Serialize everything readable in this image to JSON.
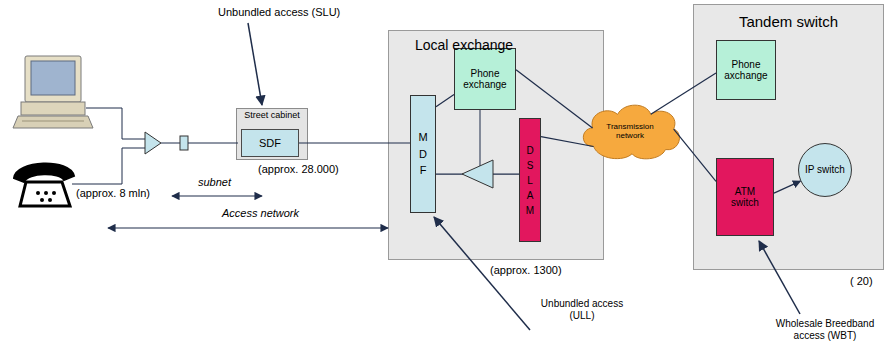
{
  "diagram": {
    "nodes": [
      {
        "text": [
          "Street cabinet"
        ]
      },
      {
        "text": [
          "SDF"
        ],
        "in": 0
      },
      {
        "text": [
          "Local exchange"
        ]
      },
      {
        "text": [
          "MDF"
        ],
        "in": 2
      },
      {
        "text": [
          "Phone exchange"
        ],
        "in": 2
      },
      {
        "text": [
          "DSLAM"
        ],
        "in": 2
      },
      {
        "text": [
          "Transmission network"
        ]
      },
      {
        "text": [
          "Tandem switch"
        ]
      },
      {
        "text": [
          "Phone axchange"
        ],
        "in": 7
      },
      {
        "text": [
          "ATM switch"
        ],
        "in": 7
      },
      {
        "text": [
          "IP switch"
        ],
        "in": 7
      }
    ],
    "edges": [
      {
        "from": 1,
        "to": 3,
        "arrow": "none"
      },
      {
        "from": 3,
        "to": 4,
        "arrow": "none"
      },
      {
        "from": 3,
        "to": 5,
        "arrow": "none"
      },
      {
        "from": 4,
        "to": 6,
        "arrow": "none"
      },
      {
        "from": 5,
        "to": 6,
        "arrow": "none"
      },
      {
        "from": 6,
        "to": 8,
        "arrow": "none"
      },
      {
        "from": 6,
        "to": 9,
        "arrow": "none"
      },
      {
        "from": 9,
        "to": 10,
        "arrow": "to"
      }
    ],
    "labels": [
      "Unbundled access (SLU)",
      "(approx. 28.000)",
      "(approx. 8 mln)",
      "subnet",
      "Access network",
      "(approx. 1300)",
      "Unbundled access (ULL)",
      "( 20)",
      "Wholesale Breedband access (WBT)"
    ]
  }
}
